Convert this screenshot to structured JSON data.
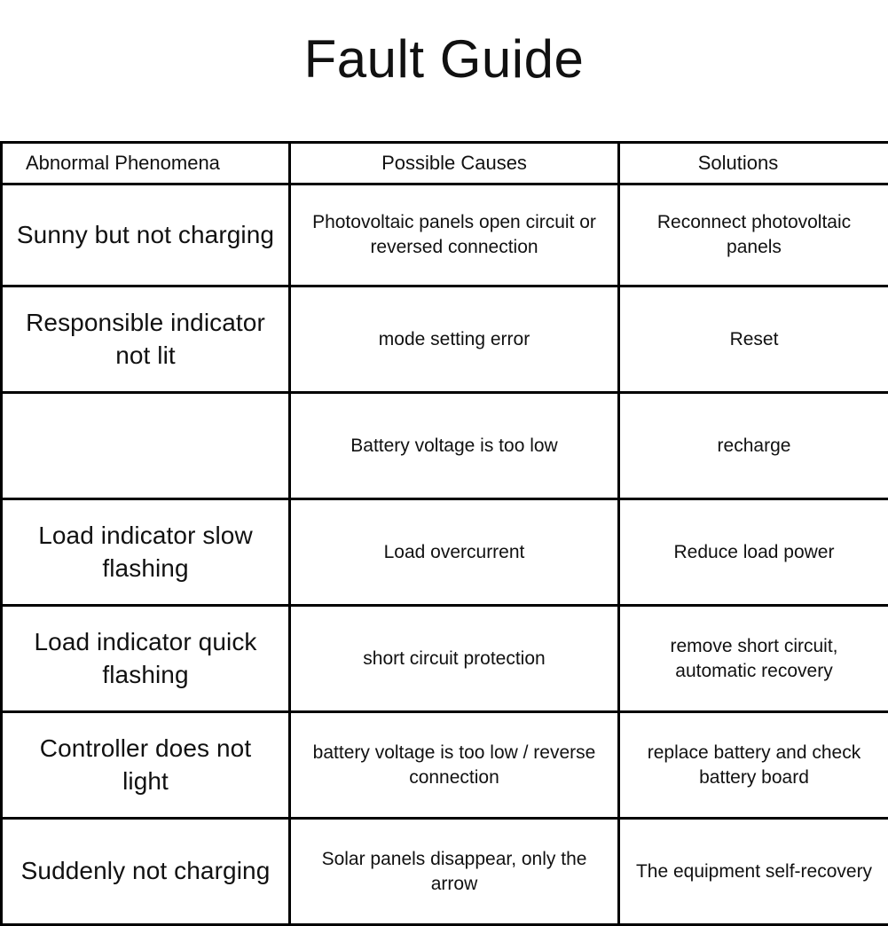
{
  "document": {
    "title": "Fault Guide",
    "background_color": "#ffffff",
    "text_color": "#111111",
    "border_color": "#000000"
  },
  "table": {
    "headers": [
      "Abnormal Phenomena",
      "Possible Causes",
      "Solutions"
    ],
    "rows": [
      {
        "phenomena": "Sunny but not charging",
        "cause": "Photovoltaic panels open circuit or reversed connection",
        "solution": "Reconnect photovoltaic panels"
      },
      {
        "phenomena": "Responsible indicator not lit",
        "cause": "mode setting error",
        "solution": "Reset"
      },
      {
        "phenomena": "",
        "cause": "Battery voltage is too low",
        "solution": "recharge"
      },
      {
        "phenomena": "Load indicator slow flashing",
        "cause": "Load overcurrent",
        "solution": "Reduce load power"
      },
      {
        "phenomena": "Load indicator quick flashing",
        "cause": "short circuit protection",
        "solution": "remove short circuit, automatic recovery"
      },
      {
        "phenomena": "Controller does not light",
        "cause": "battery voltage is too low / reverse connection",
        "solution": "replace battery and check battery board"
      },
      {
        "phenomena": "Suddenly not charging",
        "cause": "Solar panels disappear, only the arrow",
        "solution": "The equipment self-recovery"
      }
    ]
  }
}
